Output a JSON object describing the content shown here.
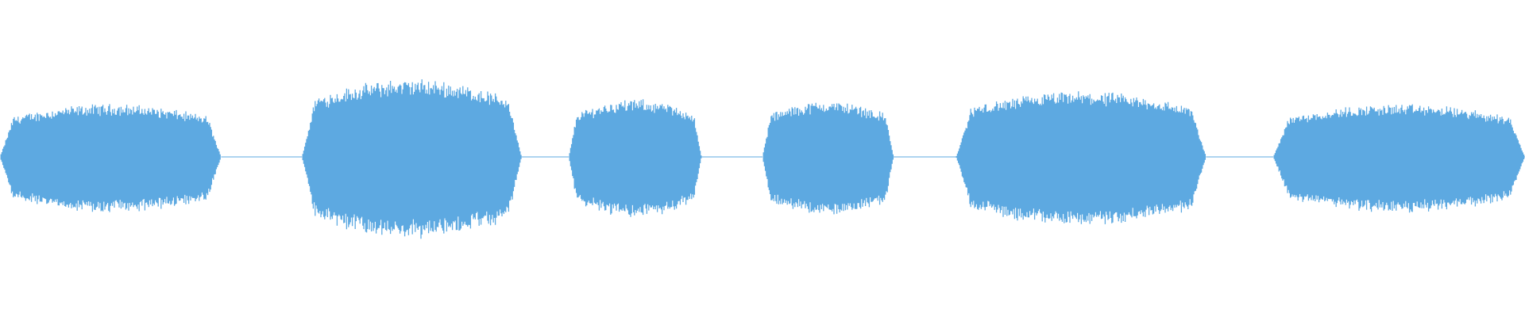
{
  "waveform": {
    "color": "#5DA9E1",
    "background": "#FFFFFF",
    "duration_fraction_segments": [
      {
        "start": 0.0,
        "end": 0.145,
        "peak": 0.34
      },
      {
        "start": 0.198,
        "end": 0.342,
        "peak": 0.5
      },
      {
        "start": 0.373,
        "end": 0.46,
        "peak": 0.37
      },
      {
        "start": 0.5,
        "end": 0.586,
        "peak": 0.36
      },
      {
        "start": 0.627,
        "end": 0.791,
        "peak": 0.42
      },
      {
        "start": 0.835,
        "end": 1.0,
        "peak": 0.34
      }
    ]
  }
}
